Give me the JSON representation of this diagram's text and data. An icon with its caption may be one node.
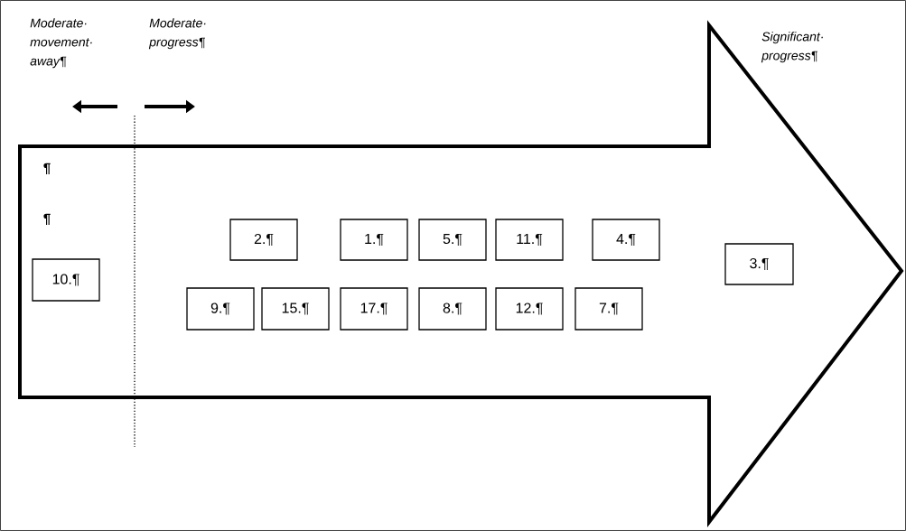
{
  "diagram": {
    "nodes": [
      {
        "text": [
          "¶",
          "¶"
        ]
      },
      {
        "text": [
          "2.¶"
        ],
        "in": 0
      },
      {
        "text": [
          "1.¶"
        ],
        "in": 0
      },
      {
        "text": [
          "5.¶"
        ],
        "in": 0
      },
      {
        "text": [
          "11.¶"
        ],
        "in": 0
      },
      {
        "text": [
          "4.¶"
        ],
        "in": 0
      },
      {
        "text": [
          "3.¶"
        ],
        "in": 0
      },
      {
        "text": [
          "10.¶"
        ],
        "in": 0
      },
      {
        "text": [
          "9.¶"
        ],
        "in": 0
      },
      {
        "text": [
          "15.¶"
        ],
        "in": 0
      },
      {
        "text": [
          "17.¶"
        ],
        "in": 0
      },
      {
        "text": [
          "8.¶"
        ],
        "in": 0
      },
      {
        "text": [
          "12.¶"
        ],
        "in": 0
      },
      {
        "text": [
          "7.¶"
        ],
        "in": 0
      }
    ],
    "labels": [
      "Moderate· movement· away¶",
      "Moderate· progress¶",
      "Significant· progress¶"
    ]
  }
}
